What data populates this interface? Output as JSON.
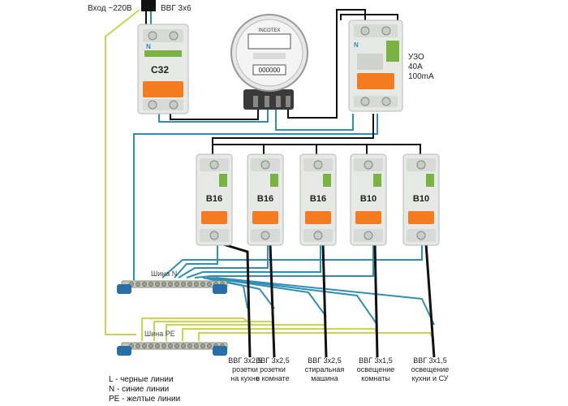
{
  "labels": {
    "input": "Вход ~220В",
    "input_cable": "ВВГ 3х6",
    "main_breaker_rating": "C32",
    "rcd_title": "УЗО",
    "rcd_current": "40А",
    "rcd_sensitivity": "100mA",
    "rcd_neutral_mark": "N",
    "main_neutral_mark": "N",
    "bus_n": "Шина N",
    "bus_pe": "Шина PE",
    "meter_brand": "INCOTEX",
    "meter_reading": "000000"
  },
  "breakers": [
    {
      "rating": "B16"
    },
    {
      "rating": "B16"
    },
    {
      "rating": "B16"
    },
    {
      "rating": "B10"
    },
    {
      "rating": "B10"
    }
  ],
  "circuits": [
    {
      "cable": "ВВГ 3х2,5",
      "purpose_line1": "розетки",
      "purpose_line2": "на кухне"
    },
    {
      "cable": "ВВГ 3х2,5",
      "purpose_line1": "розетки",
      "purpose_line2": "в комнате"
    },
    {
      "cable": "ВВГ 3х2,5",
      "purpose_line1": "стиральная",
      "purpose_line2": "машина"
    },
    {
      "cable": "ВВГ 3х1,5",
      "purpose_line1": "освещение",
      "purpose_line2": "комнаты"
    },
    {
      "cable": "ВВГ 3х1,5",
      "purpose_line1": "освещение",
      "purpose_line2": "кухни и СУ"
    }
  ],
  "legend": [
    "L - черные линии",
    "N - синие линии",
    "PE - желтые линии"
  ],
  "colors": {
    "line_L": "#111111",
    "line_N": "#2f8fb5",
    "line_PE": "#c9d84a",
    "breaker_body": "#e7e9e6",
    "breaker_handle": "#f47b20",
    "breaker_accent": "#7ab342",
    "bus_body": "#2a6ea8",
    "bus_screw": "#9aa29a"
  }
}
